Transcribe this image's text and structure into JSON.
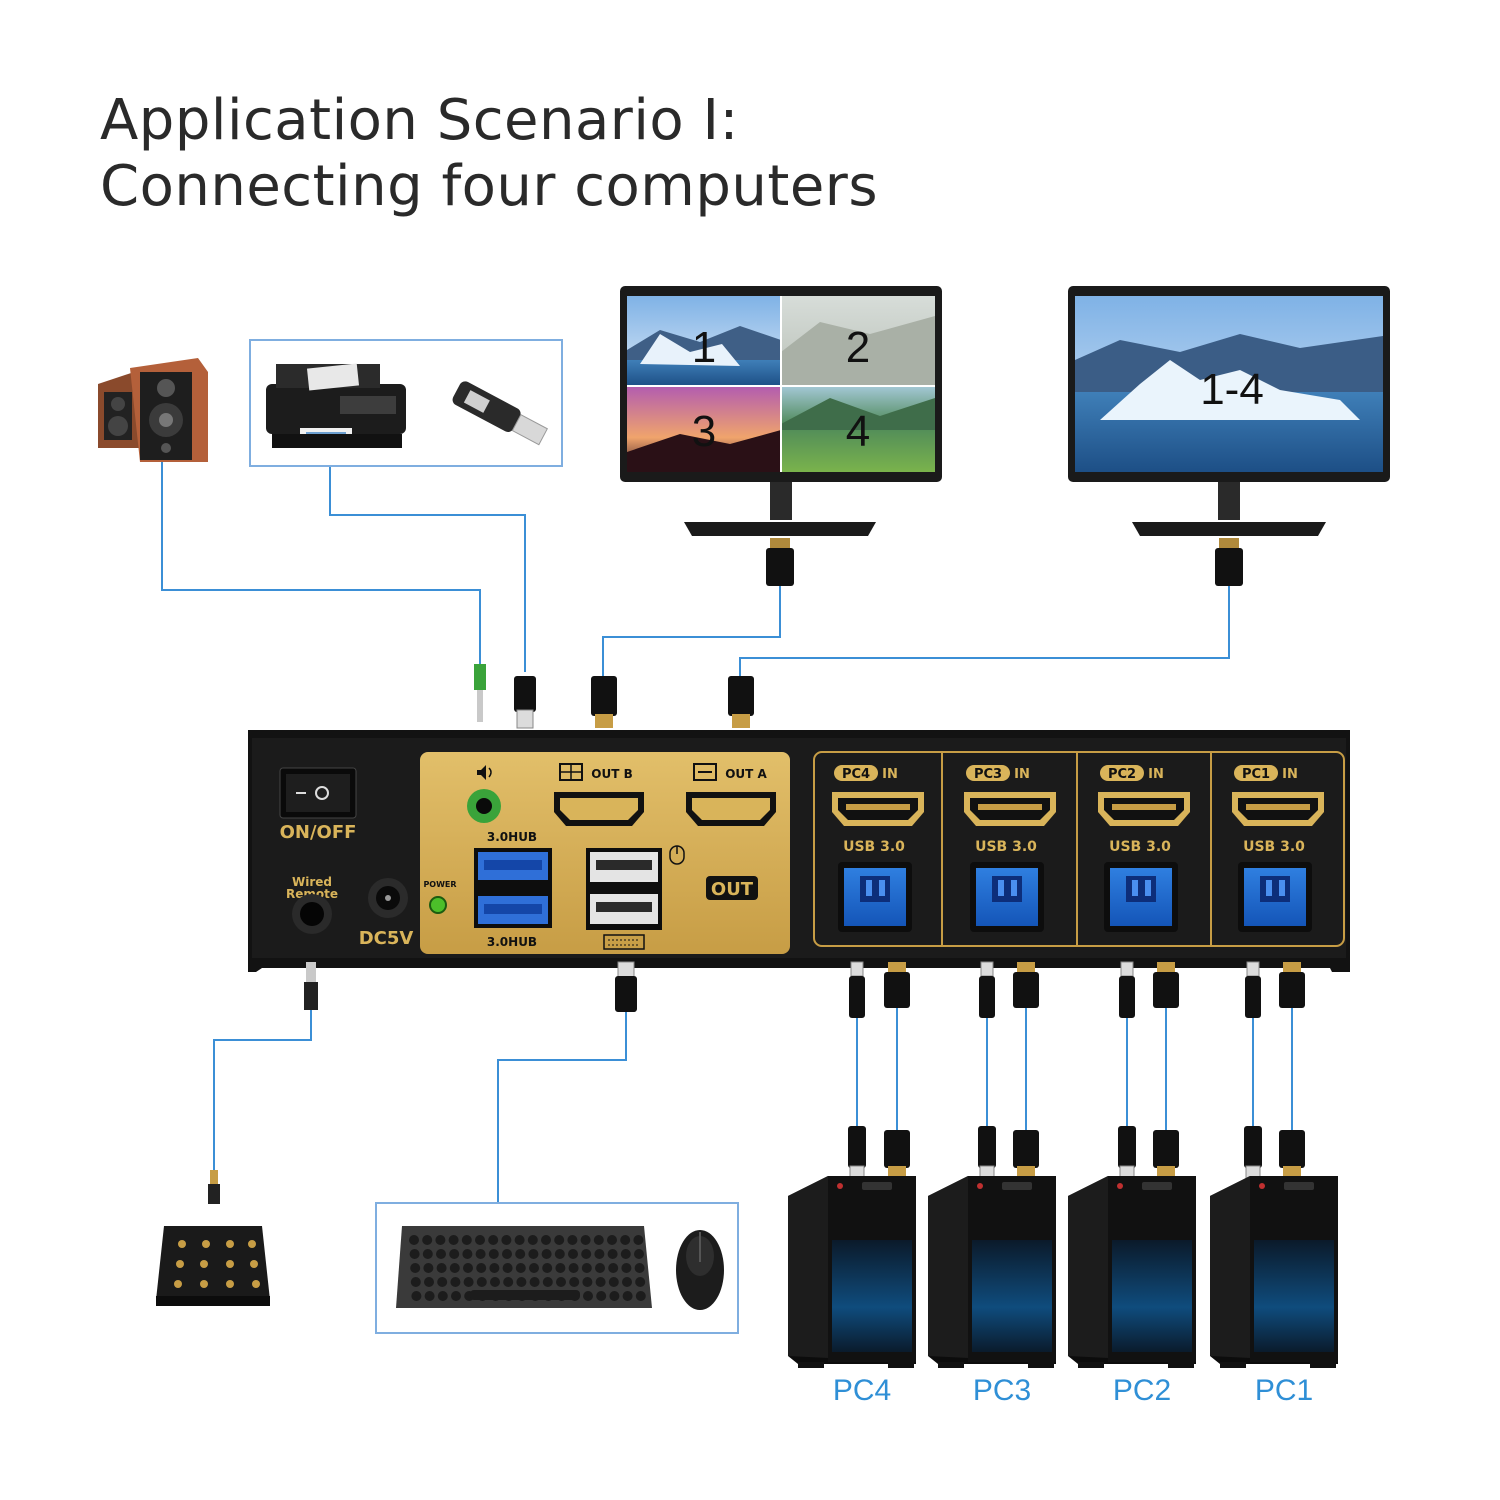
{
  "title": {
    "line1": "Application Scenario I:",
    "line2": "Connecting four computers"
  },
  "monitors": {
    "left_quadrants": [
      "1",
      "2",
      "3",
      "4"
    ],
    "right_label": "1-4"
  },
  "switch": {
    "power_switch_label": "ON/OFF",
    "wired_remote_label": "Wired\nRemote",
    "dc_label": "DC5V",
    "power_led_label": "POWER",
    "hub_label_top": "3.0HUB",
    "hub_label_bottom": "3.0HUB",
    "out_b_label": "OUT B",
    "out_a_label": "OUT A",
    "out_badge": "OUT",
    "inputs": [
      {
        "pc": "PC4",
        "in": "IN",
        "usb": "USB 3.0"
      },
      {
        "pc": "PC3",
        "in": "IN",
        "usb": "USB 3.0"
      },
      {
        "pc": "PC2",
        "in": "IN",
        "usb": "USB 3.0"
      },
      {
        "pc": "PC1",
        "in": "IN",
        "usb": "USB 3.0"
      }
    ]
  },
  "computers": [
    "PC4",
    "PC3",
    "PC2",
    "PC1"
  ],
  "colors": {
    "cable": "#3b8fd6",
    "gold_panel": "#d9b45a",
    "switch_body": "#111111",
    "pc_label": "#2f8fd6",
    "title": "#2a2a2a"
  }
}
